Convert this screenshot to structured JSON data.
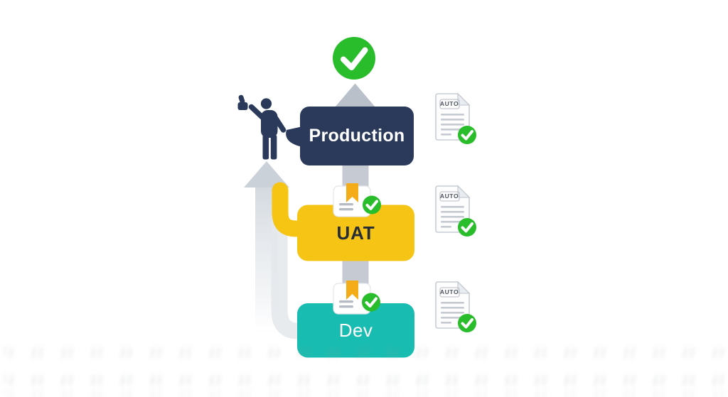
{
  "diagram": {
    "type": "deployment-pipeline",
    "stages": [
      {
        "label": "Production",
        "color": "#2B3A5A",
        "text_color": "#FFFFFF"
      },
      {
        "label": "UAT",
        "color": "#F6C415",
        "text_color": "#262D36"
      },
      {
        "label": "Dev",
        "color": "#19BCB0",
        "text_color": "#FFFFFF"
      }
    ],
    "documents": [
      {
        "label": "AUTO",
        "status_icon": "check-circle-icon"
      },
      {
        "label": "AUTO",
        "status_icon": "check-circle-icon"
      },
      {
        "label": "AUTO",
        "status_icon": "check-circle-icon"
      }
    ],
    "icons": {
      "top_status": "check-circle-icon",
      "approver": "approver-person-icon",
      "approver_gesture": "thumbs-up-icon",
      "artifact": "package-icon",
      "report": "document-icon",
      "promotion": "up-arrow-icon"
    },
    "colors": {
      "success_green": "#2ABD2B",
      "arrow_gray": "#C9CFD7",
      "connector_gray": "#C6CBD3",
      "pipe_yellow": "#F6C415",
      "person_navy": "#2B3A5A",
      "dev_teal": "#19BCB0",
      "uat_yellow": "#F6C415",
      "production_navy": "#2B3A5A",
      "doc_border": "#C8CDD5",
      "ribbon_gold": "#F4AD19"
    }
  }
}
